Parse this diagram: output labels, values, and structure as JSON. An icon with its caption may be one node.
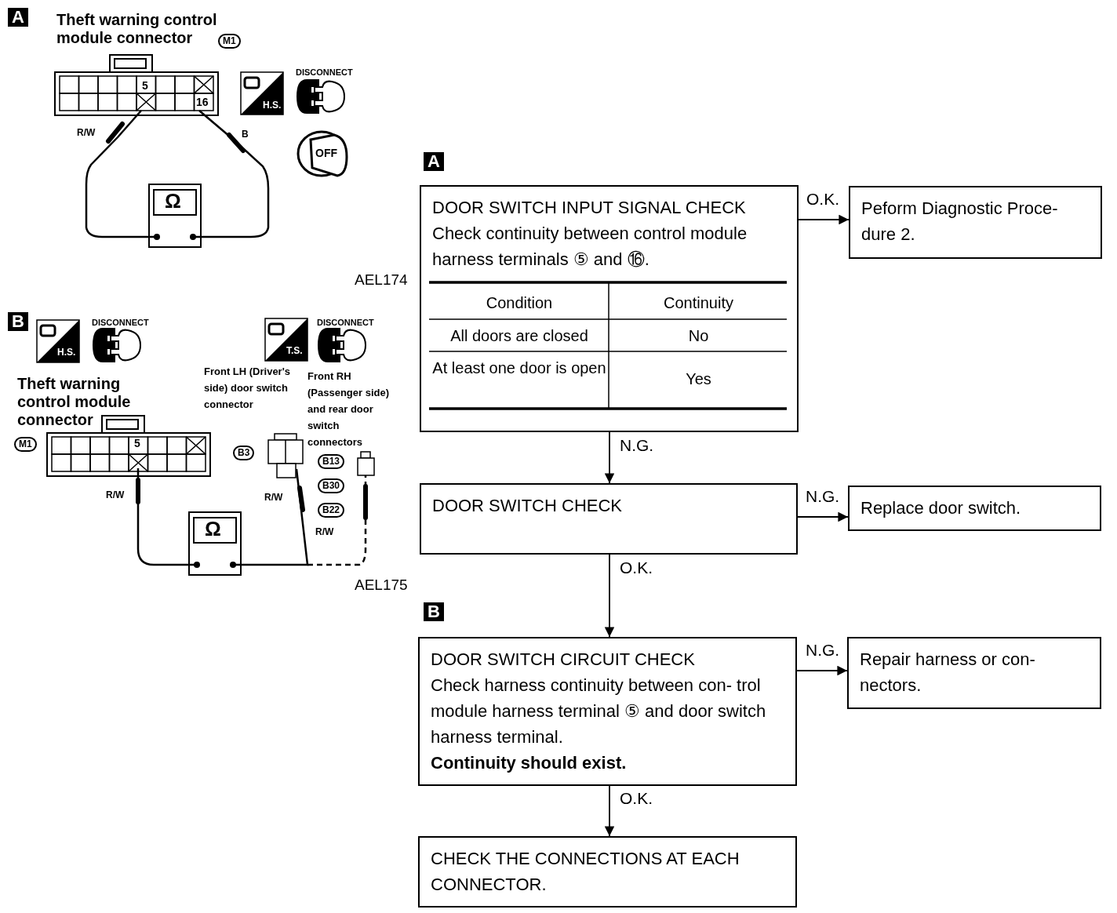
{
  "diagram": {
    "nodes": [
      {
        "text": [
          "DOOR SWITCH INPUT SIGNAL CHECK",
          "Check continuity between control module harness terminals ⑤ and ⑯."
        ]
      },
      {
        "text": [
          "Peform Diagnostic Proce- dure 2."
        ]
      },
      {
        "text": [
          "DOOR SWITCH CHECK"
        ]
      },
      {
        "text": [
          "Replace door switch."
        ]
      },
      {
        "text": [
          "DOOR SWITCH CIRCUIT CHECK",
          "Check harness continuity between con- trol module harness terminal ⑤ and door switch harness terminal.",
          "Continuity should exist."
        ]
      },
      {
        "text": [
          "Repair harness or con- nectors."
        ]
      },
      {
        "text": [
          "CHECK THE CONNECTIONS AT EACH CONNECTOR."
        ]
      }
    ],
    "edges": [
      {
        "from": 0,
        "to": 1,
        "arrow": "to",
        "label": "O.K."
      },
      {
        "from": 0,
        "to": 2,
        "arrow": "to",
        "label": "N.G."
      },
      {
        "from": 2,
        "to": 3,
        "arrow": "to",
        "label": "N.G."
      },
      {
        "from": 2,
        "to": 4,
        "arrow": "to",
        "label": "O.K."
      },
      {
        "from": 4,
        "to": 5,
        "arrow": "to",
        "label": "N.G."
      },
      {
        "from": 4,
        "to": 6,
        "arrow": "to",
        "label": "O.K."
      }
    ],
    "labels": [
      "A",
      "Theft warning control module connector",
      "M1",
      "5",
      "16",
      "DISCONNECT",
      "H.S.",
      "R/W",
      "B",
      "OFF",
      "Ω",
      "AEL174",
      "B",
      "H.S.",
      "DISCONNECT",
      "T.S.",
      "DISCONNECT",
      "Theft warning control module connector",
      "Front LH (Driver's side) door switch connector",
      "Front RH (Passenger side) and rear door switch connectors",
      "M1",
      "5",
      "B3",
      "B13",
      "B30",
      "B22",
      "R/W",
      "R/W",
      "Ω",
      "R/W",
      "AEL175",
      "A",
      "Condition",
      "Continuity",
      "All doors are closed",
      "No",
      "At least one door is open",
      "Yes",
      "B"
    ]
  }
}
